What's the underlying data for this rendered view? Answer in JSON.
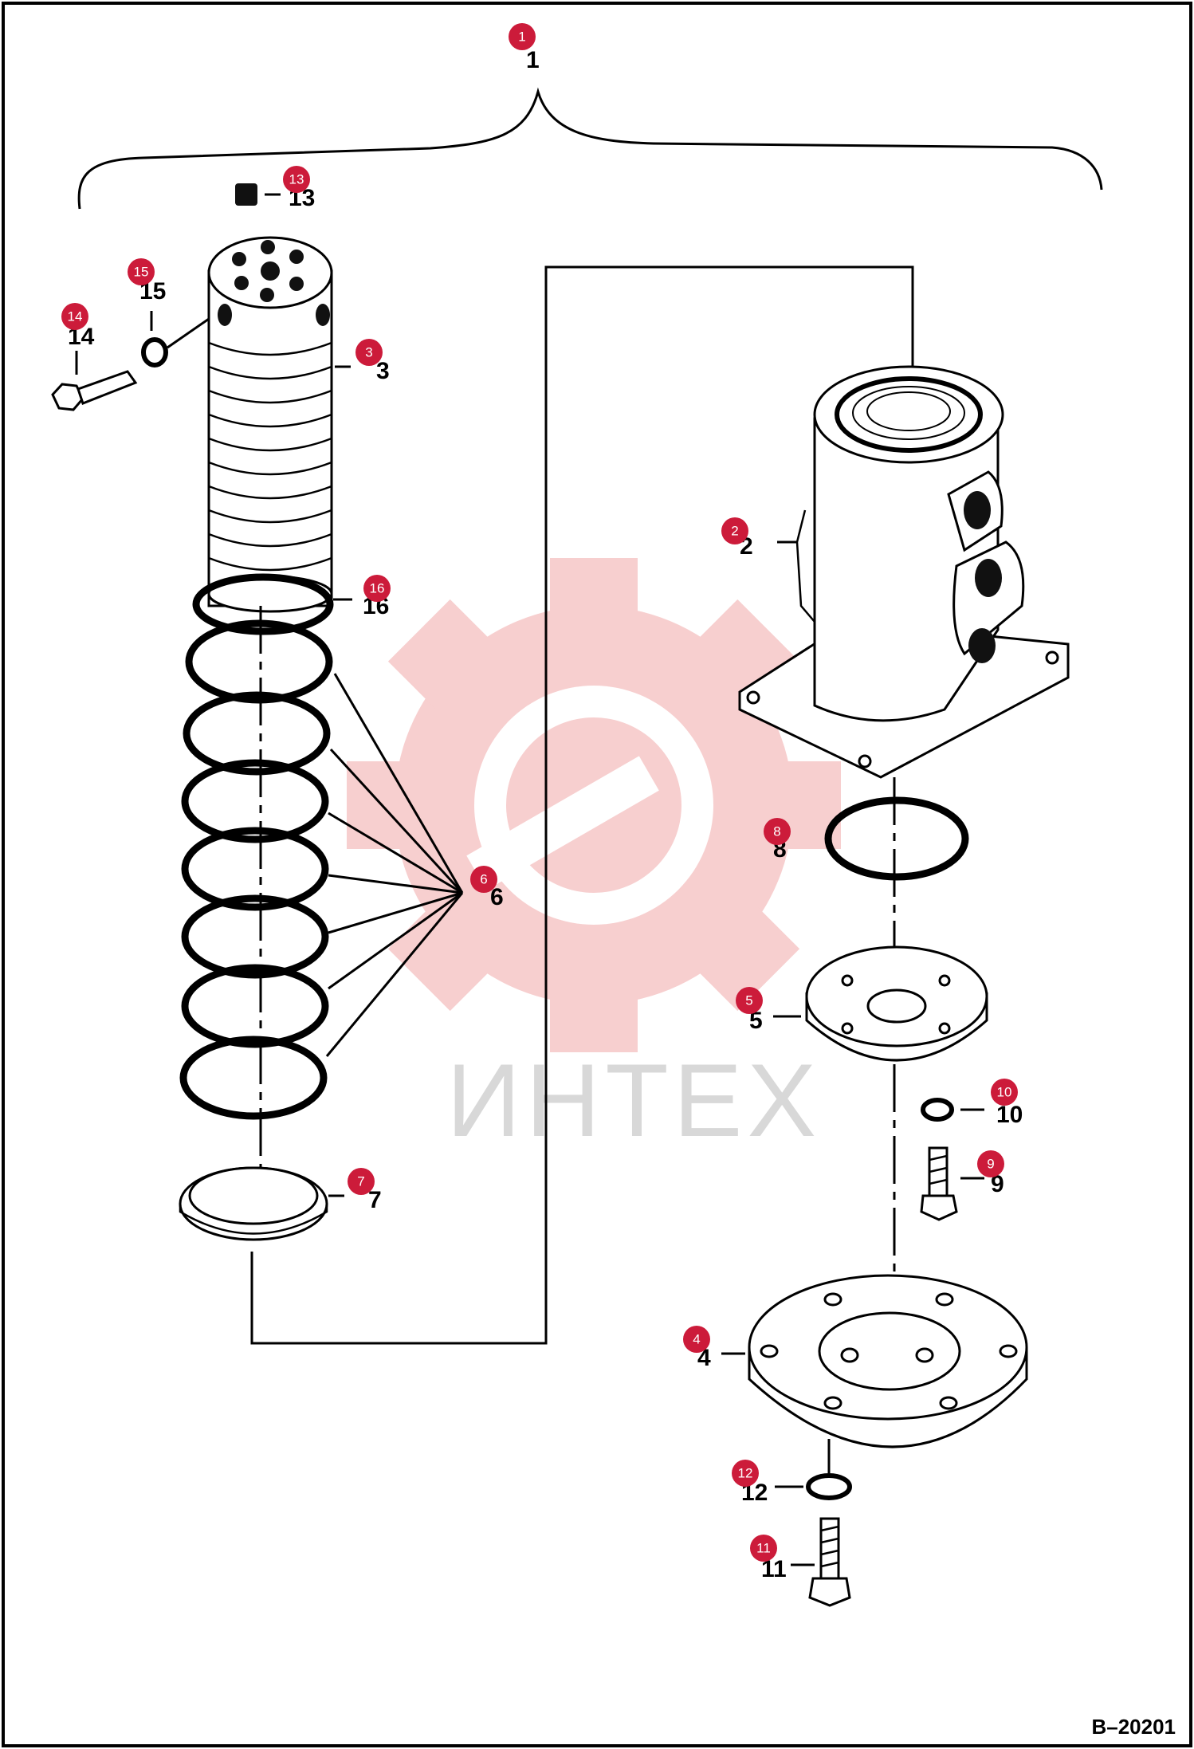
{
  "figure_ref": "B–20201",
  "watermark": {
    "text": "ИНТЕХ"
  },
  "parts": [
    {
      "num": "1"
    },
    {
      "num": "2"
    },
    {
      "num": "3"
    },
    {
      "num": "4"
    },
    {
      "num": "5"
    },
    {
      "num": "6"
    },
    {
      "num": "7"
    },
    {
      "num": "8"
    },
    {
      "num": "9"
    },
    {
      "num": "10"
    },
    {
      "num": "11"
    },
    {
      "num": "12"
    },
    {
      "num": "13"
    },
    {
      "num": "14"
    },
    {
      "num": "15"
    },
    {
      "num": "16"
    }
  ],
  "badges": [
    {
      "num": "1"
    },
    {
      "num": "2"
    },
    {
      "num": "3"
    },
    {
      "num": "4"
    },
    {
      "num": "5"
    },
    {
      "num": "6"
    },
    {
      "num": "7"
    },
    {
      "num": "8"
    },
    {
      "num": "9"
    },
    {
      "num": "10"
    },
    {
      "num": "11"
    },
    {
      "num": "12"
    },
    {
      "num": "13"
    },
    {
      "num": "14"
    },
    {
      "num": "15"
    },
    {
      "num": "16"
    }
  ],
  "colors": {
    "badge": "#cc1b3a",
    "watermark": "#f6c7c7",
    "line": "#000000"
  }
}
